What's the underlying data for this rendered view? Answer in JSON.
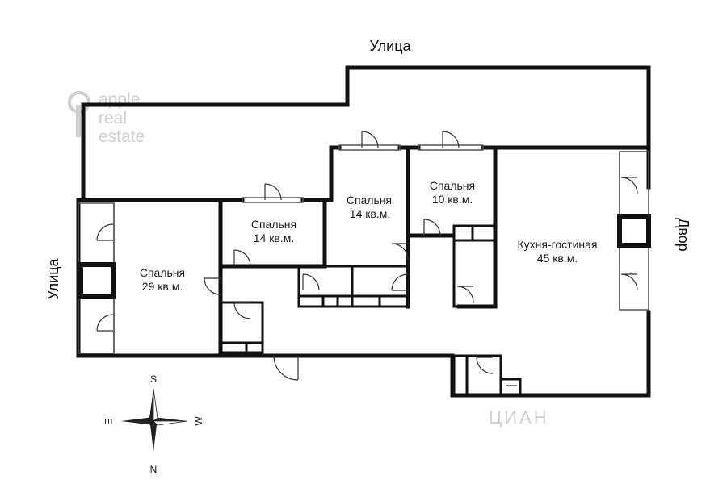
{
  "labels": {
    "street_top": "Улица",
    "street_left": "Улица",
    "yard_right": "Двор"
  },
  "rooms": [
    {
      "name": "Спальня",
      "area": "29 кв.м."
    },
    {
      "name": "Спальня",
      "area": "14 кв.м."
    },
    {
      "name": "Спальня",
      "area": "14 кв.м."
    },
    {
      "name": "Спальня",
      "area": "10 кв.м."
    },
    {
      "name": "Кухня-гостиная",
      "area": "45 кв.м."
    }
  ],
  "compass": {
    "north": "N",
    "south": "S",
    "east": "E",
    "west": "W"
  },
  "watermark": {
    "line1": "apple",
    "line2": "real",
    "line3": "estate",
    "bottom": "ЦИАН"
  },
  "colors": {
    "wall": "#111111",
    "thin": "#555555",
    "watermark": "#cfcfcf"
  }
}
